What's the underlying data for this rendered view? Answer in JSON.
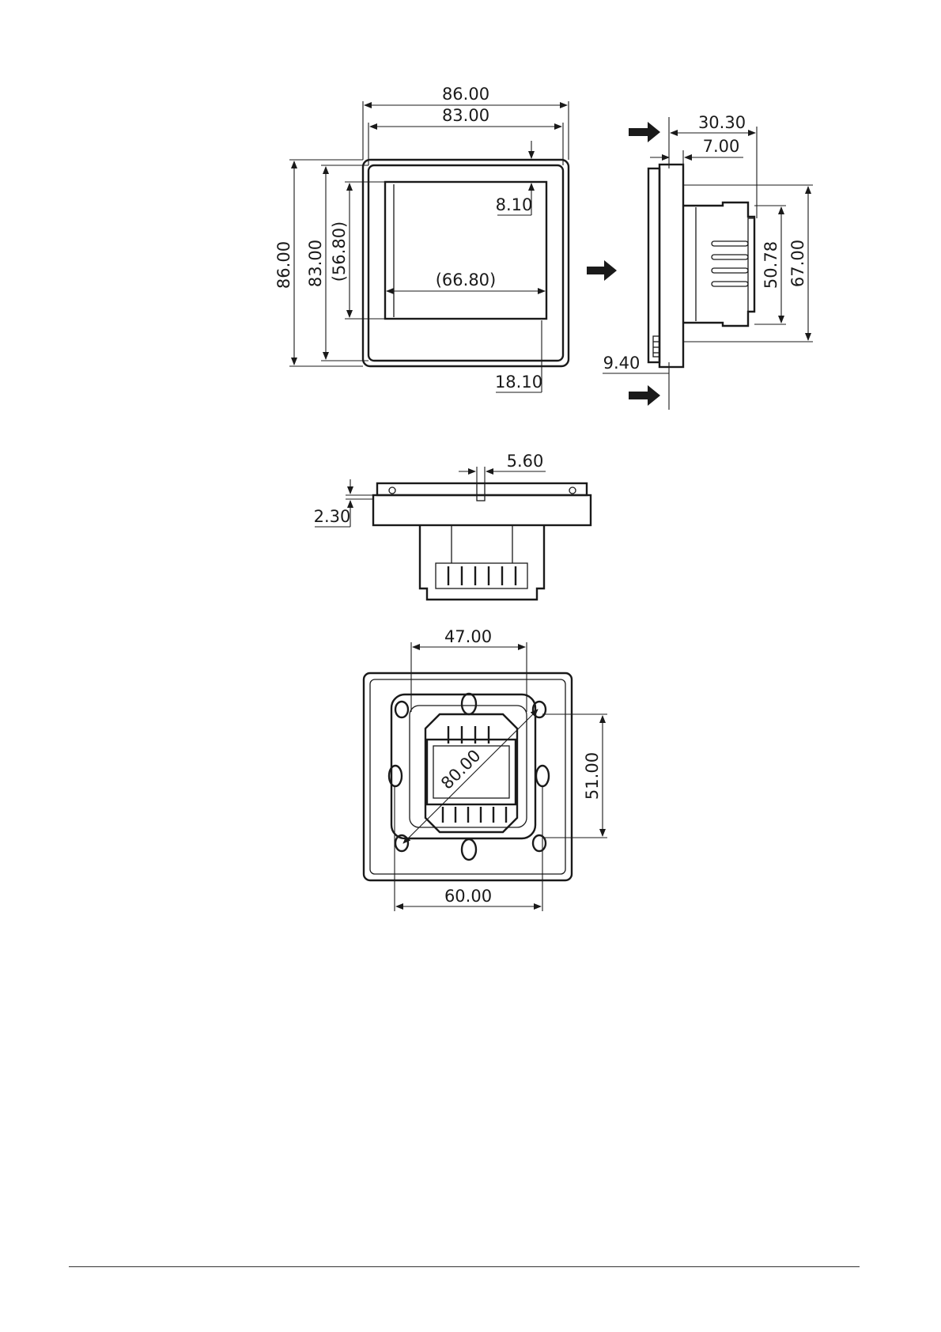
{
  "front_view": {
    "overall_width": "86.00",
    "frame_width": "83.00",
    "overall_height": "86.00",
    "frame_height": "83.00",
    "screen_height": "(56.80)",
    "screen_width": "(66.80)",
    "top_offset": "8.10",
    "bottom_offset": "18.10"
  },
  "side_view": {
    "total_depth": "30.30",
    "front_depth": "7.00",
    "height_outer": "67.00",
    "height_inner": "50.78",
    "back_offset": "9.40"
  },
  "top_view": {
    "button_width": "5.60",
    "plate_thickness": "2.30"
  },
  "back_view": {
    "hole_spacing_top": "47.00",
    "diagonal": "80.00",
    "hole_spacing_side": "51.00",
    "hole_spacing_bottom": "60.00"
  }
}
